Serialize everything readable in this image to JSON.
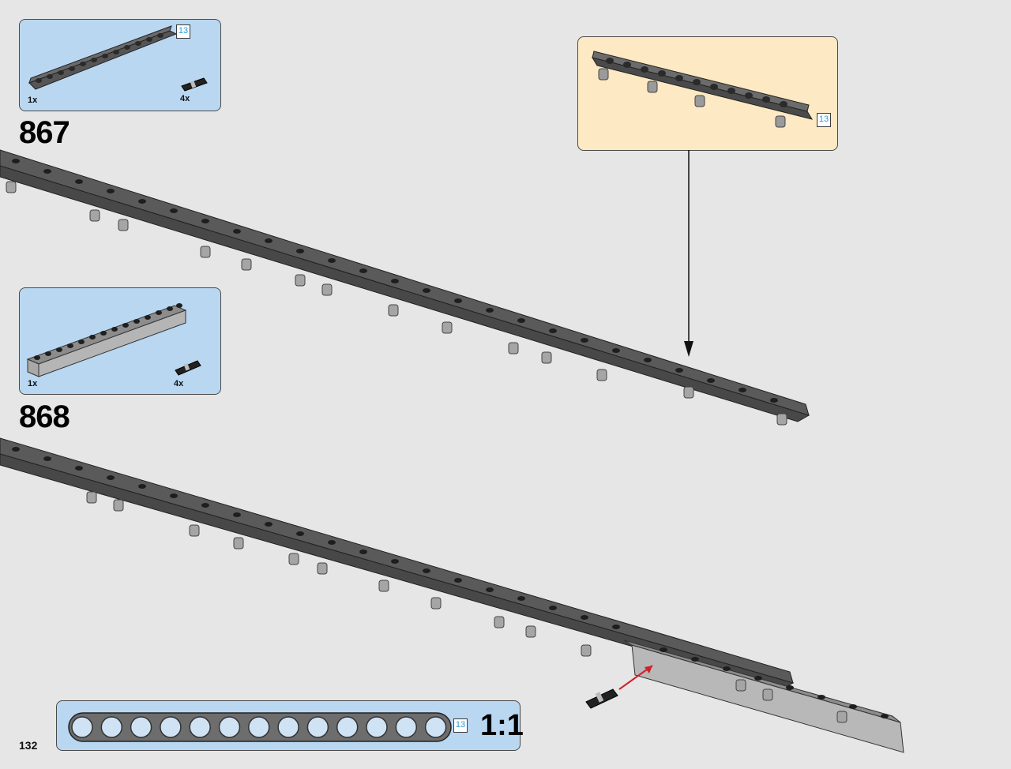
{
  "page": {
    "number": "132"
  },
  "steps": [
    {
      "number": "867",
      "parts": [
        {
          "name": "technic-beam-13",
          "qty": "1x",
          "length_tag": "13"
        },
        {
          "name": "friction-pin",
          "qty": "4x"
        }
      ]
    },
    {
      "number": "868",
      "parts": [
        {
          "name": "technic-brick-14",
          "qty": "1x"
        },
        {
          "name": "friction-pin",
          "qty": "4x"
        }
      ]
    }
  ],
  "callout": {
    "length_tag": "13"
  },
  "ruler": {
    "length_tag": "13",
    "scale": "1:1",
    "hole_count": 13
  },
  "colors": {
    "parts_bg": "#b9d7f1",
    "callout_bg": "#fde9c3",
    "page_bg": "#e6e6e6",
    "tag_text": "#2b9ad8",
    "arrow_red": "#d0202a"
  }
}
